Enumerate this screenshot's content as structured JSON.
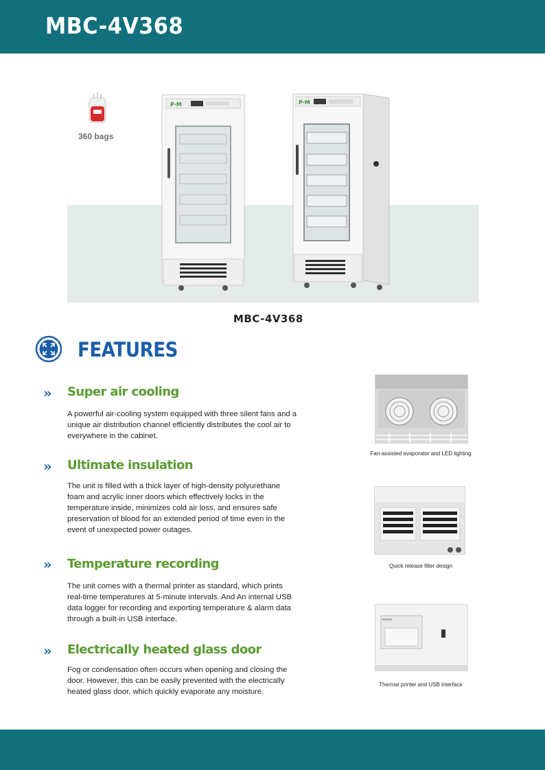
{
  "header": {
    "title": "MBC-4V368"
  },
  "hero": {
    "capacity_label": "360 bags",
    "model_caption": "MBC-4V368",
    "brand_mark": "P·M"
  },
  "features": {
    "heading": "FEATURES",
    "bullet": "»",
    "items": [
      {
        "title": "Super air cooling",
        "body": "A powerful air-cooling system equipped with three silent fans and a unique air distribution channel efficiently distributes the cool air to everywhere in the cabinet."
      },
      {
        "title": "Ultimate insulation",
        "body": "The unit is filled with a thick layer of high-density polyurethane foam and acrylic inner doors which effectively locks in the temperature inside, minimizes cold air loss, and ensures safe preservation of blood for an extended period of time even in the event of unexpected power outages."
      },
      {
        "title": "Temperature recording",
        "body": "The unit comes with a thermal printer as standard, which prints real-time temperatures at 5-minute intervals. And An internal USB data logger for recording and exporting temperature & alarm data through a built-in USB interface."
      },
      {
        "title": "Electrically heated glass door",
        "body": "Fog or condensation often occurs when opening and closing the door. However, this can be easily prevented with the electrically heated glass door, which quickly evaporate any moisture."
      }
    ]
  },
  "photos": [
    {
      "caption": "Fan-assisted evaporator and LED lighting"
    },
    {
      "caption": "Quick release filter design"
    },
    {
      "caption": "Thermal printer and USB interface"
    }
  ],
  "colors": {
    "teal": "#11707b",
    "blue": "#1b5ea9",
    "green": "#5b9b32"
  }
}
